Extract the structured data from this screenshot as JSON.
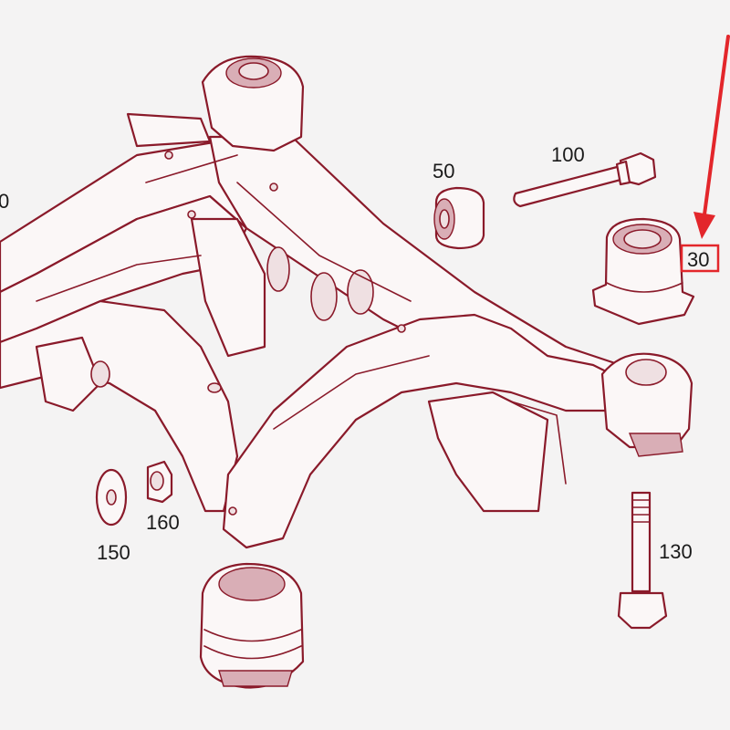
{
  "diagram": {
    "part_labels": {
      "p0": "0",
      "p50": "50",
      "p100": "100",
      "p30": "30",
      "p130": "130",
      "p150": "150",
      "p160": "160"
    },
    "highlighted_part": "30",
    "colors": {
      "line": "#8a1a2a",
      "highlight": "#e3262b",
      "background": "#f4f3f3"
    }
  }
}
